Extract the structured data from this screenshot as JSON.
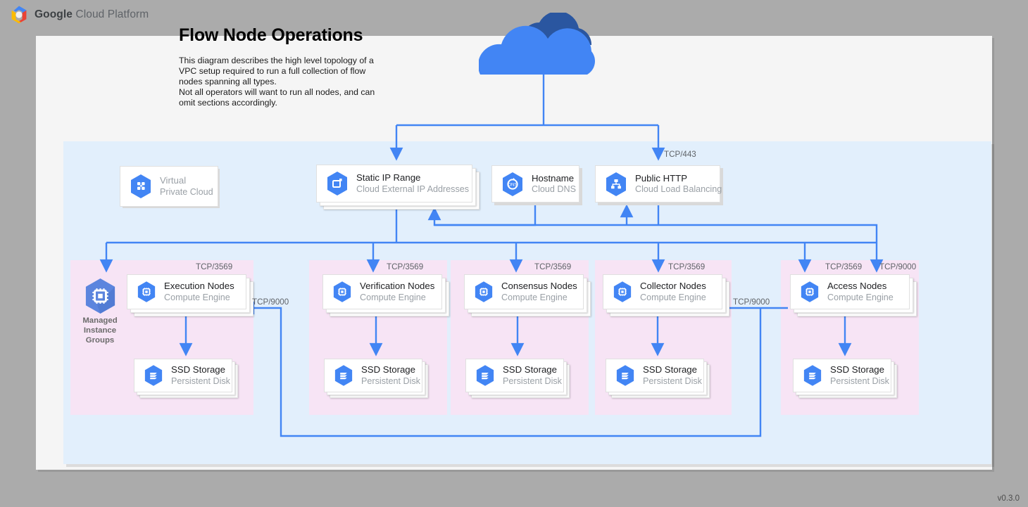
{
  "header": {
    "brand_bold": "Google",
    "brand_rest": " Cloud Platform",
    "logo_icon": "gcp-hexagon-logo"
  },
  "title": "Flow Node Operations",
  "description": "This diagram describes the high level topology of a VPC setup required to run a full collection of flow nodes spanning all types.\nNot all operators will want to run all nodes, and can omit sections accordingly.",
  "version": "v0.3.0",
  "internet": {
    "icon": "cloud-icon"
  },
  "top_nodes": [
    {
      "id": "vpc",
      "icon": "virtual-private-cloud-icon",
      "title": "Virtual",
      "subtitle": "Private Cloud"
    },
    {
      "id": "static-ip",
      "icon": "external-ip-icon",
      "title": "Static IP Range",
      "subtitle": "Cloud External IP Addresses"
    },
    {
      "id": "hostname",
      "icon": "cloud-dns-icon",
      "title": "Hostname",
      "subtitle": "Cloud DNS"
    },
    {
      "id": "public-http",
      "icon": "cloud-load-balancing-icon",
      "title": "Public HTTP",
      "subtitle": "Cloud Load Balancing"
    }
  ],
  "managed_instance_groups": {
    "icon": "managed-instance-groups-icon",
    "label": "Managed\nInstance\nGroups"
  },
  "groups": [
    {
      "id": "execution",
      "node_title": "Execution Nodes",
      "node_subtitle": "Compute Engine",
      "node_icon": "compute-engine-icon",
      "storage_title": "SSD Storage",
      "storage_subtitle": "Persistent Disk",
      "storage_icon": "persistent-disk-icon",
      "inbound_label": "TCP/3569"
    },
    {
      "id": "verification",
      "node_title": "Verification Nodes",
      "node_subtitle": "Compute Engine",
      "node_icon": "compute-engine-icon",
      "storage_title": "SSD Storage",
      "storage_subtitle": "Persistent Disk",
      "storage_icon": "persistent-disk-icon",
      "inbound_label": "TCP/3569"
    },
    {
      "id": "consensus",
      "node_title": "Consensus Nodes",
      "node_subtitle": "Compute Engine",
      "node_icon": "compute-engine-icon",
      "storage_title": "SSD Storage",
      "storage_subtitle": "Persistent Disk",
      "storage_icon": "persistent-disk-icon",
      "inbound_label": "TCP/3569"
    },
    {
      "id": "collector",
      "node_title": "Collector Nodes",
      "node_subtitle": "Compute Engine",
      "node_icon": "compute-engine-icon",
      "storage_title": "SSD Storage",
      "storage_subtitle": "Persistent Disk",
      "storage_icon": "persistent-disk-icon",
      "inbound_label": "TCP/3569"
    },
    {
      "id": "access",
      "node_title": "Access Nodes",
      "node_subtitle": "Compute Engine",
      "node_icon": "compute-engine-icon",
      "storage_title": "SSD Storage",
      "storage_subtitle": "Persistent Disk",
      "storage_icon": "persistent-disk-icon",
      "inbound_label": "TCP/3569"
    }
  ],
  "edge_labels": {
    "internet_to_lb": "TCP/443",
    "access_extra_in": "TCP/9000",
    "access_to_collector": "TCP/9000",
    "access_to_execution": "TCP/9000"
  },
  "colors": {
    "page_bg": "#ababab",
    "canvas_bg": "#f5f5f5",
    "vpc_bg": "#e2effc",
    "group_bg": "#f7e4f5",
    "wire": "#4285f4",
    "cloud_front": "#4285f4",
    "cloud_back": "#2a56a0",
    "icon_blue": "#4285f4",
    "label_gray": "#5f6368"
  }
}
